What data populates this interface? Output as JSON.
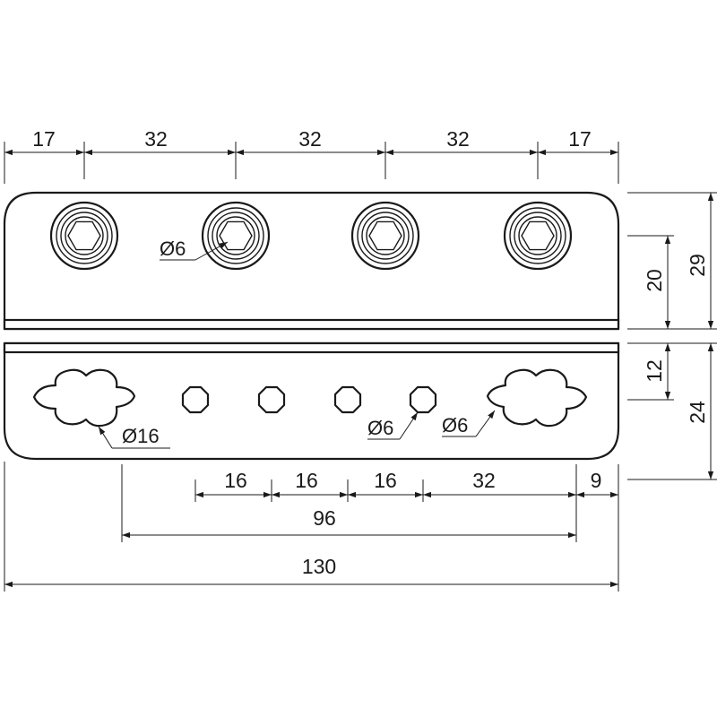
{
  "top_plate": {
    "dims_top": [
      "17",
      "32",
      "32",
      "32",
      "17"
    ],
    "height_inner": "20",
    "height_total": "29",
    "hole_label": "Ø6"
  },
  "bottom_plate": {
    "height_inner": "12",
    "height_total": "24",
    "keyhole_label": "Ø16",
    "hole_label_a": "Ø6",
    "hole_label_b": "Ø6",
    "dims_bottom": [
      "16",
      "16",
      "16",
      "32",
      "9"
    ],
    "overall_96": "96",
    "overall_130": "130"
  }
}
